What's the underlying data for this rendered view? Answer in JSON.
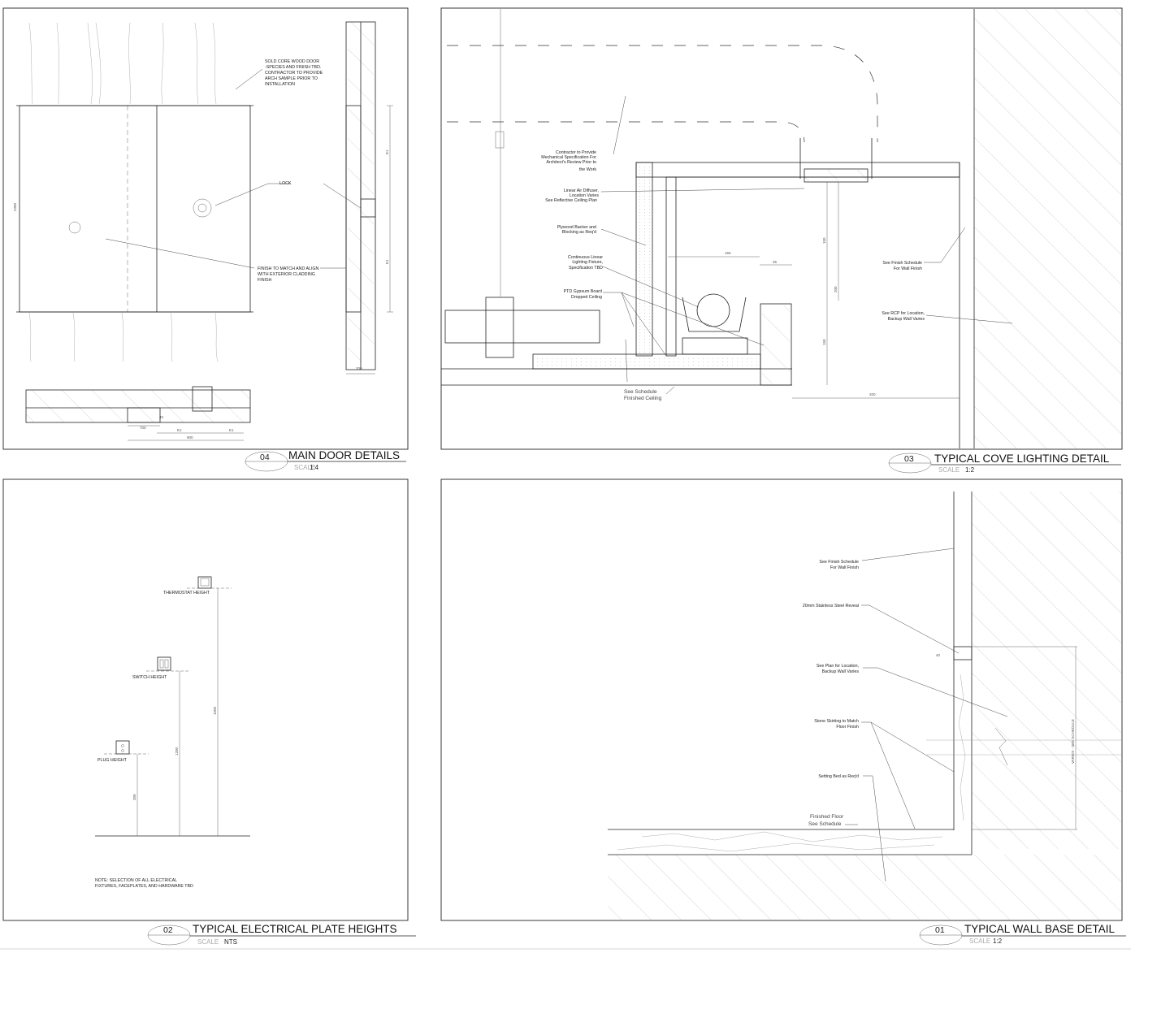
{
  "sheet": {
    "details": [
      {
        "id": "door",
        "number": "04",
        "title": "MAIN DOOR DETAILS",
        "scale_label": "SCALE",
        "scale_value": "1:4",
        "notes": [
          "SOLD CORE WOOD DOOR",
          "-SPECIES AND FINISH TBD.",
          "CONTRACTOR TO PROVIDE",
          "ARCH SAMPLE PRIOR TO",
          "INSTALLATION",
          "LOCK",
          "FINISH TO MATCH AND ALIGN",
          "WITH EXTERIOR CLADDING",
          "FINISH"
        ]
      },
      {
        "id": "cove",
        "number": "03",
        "title": "TYPICAL COVE LIGHTING DETAIL",
        "scale_label": "SCALE",
        "scale_value": "1:2",
        "notes": [
          "Contractor to Provide",
          "Mechanical Specification For",
          "Architect's Review Prior to",
          "the Work",
          "Linear Air Diffuser,",
          "Location Varies",
          "See Reflective Ceiling Plan",
          "Plywood Backer and",
          "Blocking as Req'd",
          "Continuous Linear",
          "Lighting Fixture,",
          "Specification TBD",
          "PTD Gypsum Board",
          "Dropped Ceiling",
          "See Finish Schedule",
          "For Wall Finish",
          "See RCP for Location,",
          "Backup Wall Varies",
          "See Schedule",
          "Finished Ceiling"
        ]
      },
      {
        "id": "electrical",
        "number": "02",
        "title": "TYPICAL  ELECTRICAL  PLATE HEIGHTS",
        "scale_label": "SCALE",
        "scale_value": "NTS",
        "notes": [
          "THERMOSTAT HEIGHT",
          "SWITCH HEIGHT",
          "PLUG HEIGHT",
          "NOTE: SELECTION OF ALL ELECTRICAL",
          "FIXTURES, FACEPLATES,  AND HARDWARE TBD"
        ]
      },
      {
        "id": "wallbase",
        "number": "01",
        "title": "TYPICAL WALL BASE DETAIL",
        "scale_label": "SCALE",
        "scale_value": "1:2",
        "notes": [
          "See Finish Schedule",
          "For Wall Finish",
          "20mm Stainless Steel Reveal",
          "See Plan for Location,",
          "Backup Wall Varies",
          "Stone Skirting to Match",
          "Floor Finish",
          "Setting Bed as Req'd",
          "Finished Floor",
          "See Schedule"
        ]
      }
    ]
  }
}
